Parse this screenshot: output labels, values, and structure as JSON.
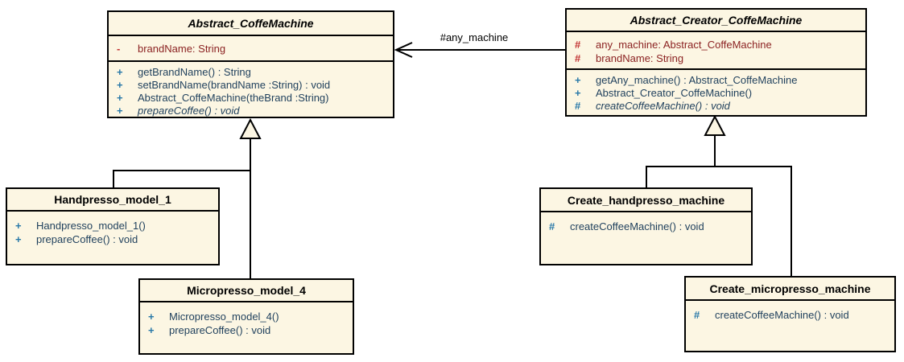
{
  "diagram": {
    "type": "uml-class-diagram",
    "colors": {
      "background": "#ffffff",
      "class_fill": "#FCF6E3",
      "border": "#000000",
      "attribute_text": "#8B2222",
      "attribute_marker": "#C23434",
      "method_text": "#1E3F5C",
      "method_marker": "#2878A8",
      "title_text": "#000000"
    }
  },
  "association": {
    "label": "#any_machine"
  },
  "classes": [
    {
      "title": "Abstract_CoffeMachine",
      "abstract": true,
      "attributes": [
        {
          "marker": "-",
          "text": "brandName: String"
        }
      ],
      "methods": [
        {
          "marker": "+",
          "text": "getBrandName() : String"
        },
        {
          "marker": "+",
          "text": "setBrandName(brandName :String) : void"
        },
        {
          "marker": "+",
          "text": "Abstract_CoffeMachine(theBrand :String)"
        },
        {
          "marker": "+",
          "text": "prepareCoffee() : void",
          "italic": true
        }
      ]
    },
    {
      "title": "Abstract_Creator_CoffeMachine",
      "abstract": true,
      "attributes": [
        {
          "marker": "#",
          "text": "any_machine: Abstract_CoffeMachine"
        },
        {
          "marker": "#",
          "text": "brandName: String"
        }
      ],
      "methods": [
        {
          "marker": "+",
          "text": "getAny_machine() : Abstract_CoffeMachine"
        },
        {
          "marker": "+",
          "text": "Abstract_Creator_CoffeMachine()"
        },
        {
          "marker": "#",
          "text": "createCoffeeMachine() : void",
          "italic": true
        }
      ]
    },
    {
      "title": "Handpresso_model_1",
      "abstract": false,
      "attributes": [],
      "methods": [
        {
          "marker": "+",
          "text": "Handpresso_model_1()"
        },
        {
          "marker": "+",
          "text": "prepareCoffee() : void"
        }
      ]
    },
    {
      "title": "Micropresso_model_4",
      "abstract": false,
      "attributes": [],
      "methods": [
        {
          "marker": "+",
          "text": "Micropresso_model_4()"
        },
        {
          "marker": "+",
          "text": "prepareCoffee() : void"
        }
      ]
    },
    {
      "title": "Create_handpresso_machine",
      "abstract": false,
      "attributes": [],
      "methods": [
        {
          "marker": "#",
          "text": "createCoffeeMachine() : void"
        }
      ]
    },
    {
      "title": "Create_micropresso_machine",
      "abstract": false,
      "attributes": [],
      "methods": [
        {
          "marker": "#",
          "text": "createCoffeeMachine() : void"
        }
      ]
    }
  ]
}
